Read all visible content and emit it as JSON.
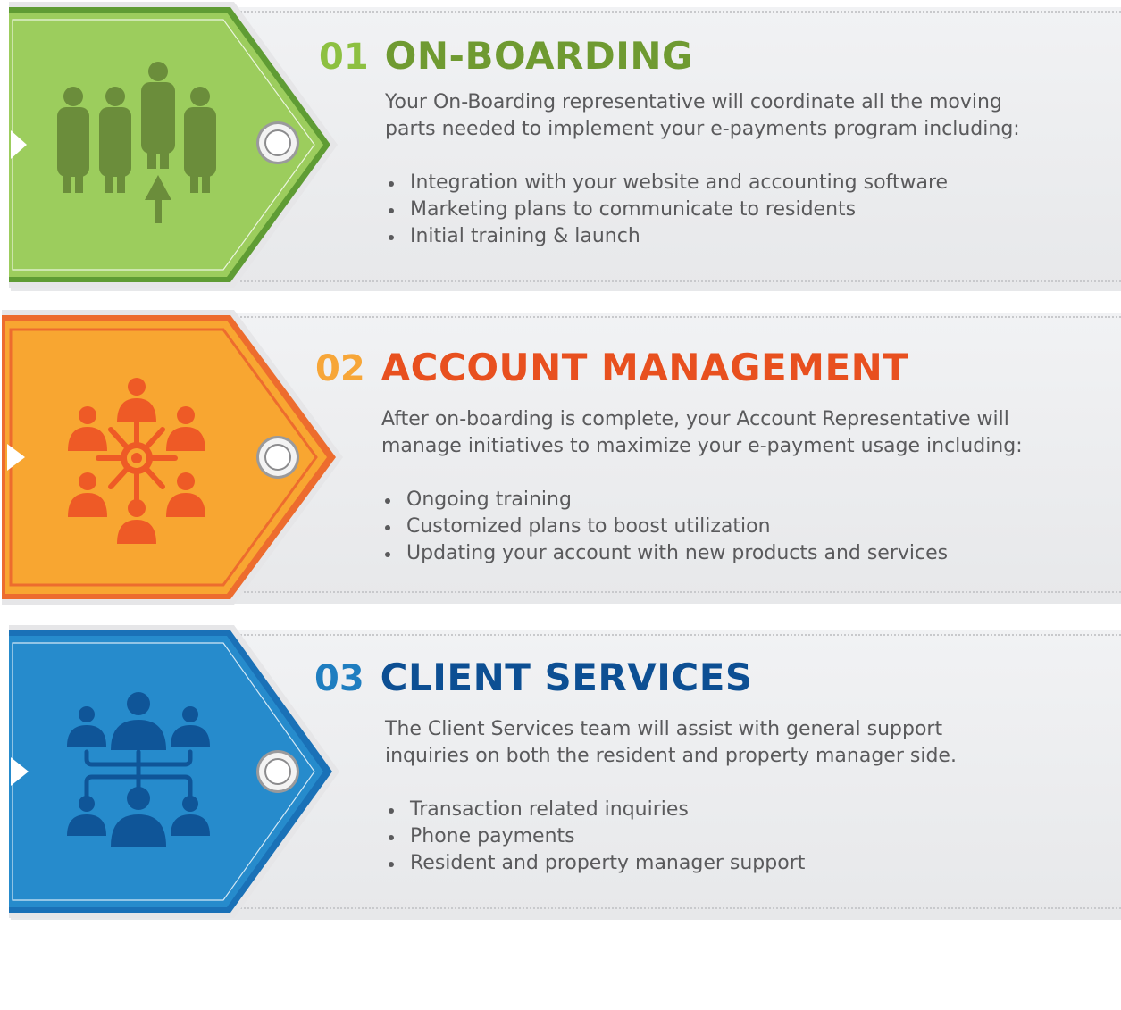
{
  "sections": [
    {
      "number": "01",
      "title": "ON-BOARDING",
      "desc_line1": "Your On-Boarding representative will coordinate all the moving",
      "desc_line2": "parts needed to implement your e-payments program including:",
      "bullets": [
        "Integration with your website and accounting software",
        "Marketing plans to communicate to residents",
        "Initial training & launch"
      ],
      "icon": "business-people-icon",
      "accent": "#6f9a31",
      "number_color": "#8dc041",
      "tag_fill": "#9ccd5d",
      "tag_border": "#67a33a",
      "icon_color": "#6b8d3b"
    },
    {
      "number": "02",
      "title": "ACCOUNT MANAGEMENT",
      "desc_line1": "After on-boarding is complete, your Account Representative will",
      "desc_line2": "manage initiatives to maximize your e-payment usage including:",
      "bullets": [
        "Ongoing training",
        "Customized plans to boost utilization",
        "Updating your account with new products and services"
      ],
      "icon": "people-network-icon",
      "accent": "#e8501f",
      "number_color": "#f7a638",
      "tag_fill": "#f8a631",
      "tag_border": "#ed6c2e",
      "icon_color": "#ee5a26"
    },
    {
      "number": "03",
      "title": "CLIENT SERVICES",
      "desc_line1": "The Client Services team will assist with general support",
      "desc_line2": "inquiries on both the resident and property manager side.",
      "bullets": [
        "Transaction related inquiries",
        "Phone payments",
        "Resident and property manager support"
      ],
      "icon": "team-hierarchy-icon",
      "accent": "#0d4f93",
      "number_color": "#1f7ec0",
      "tag_fill": "#268bcc",
      "tag_border": "#1a71b7",
      "icon_color": "#0f5598"
    }
  ]
}
